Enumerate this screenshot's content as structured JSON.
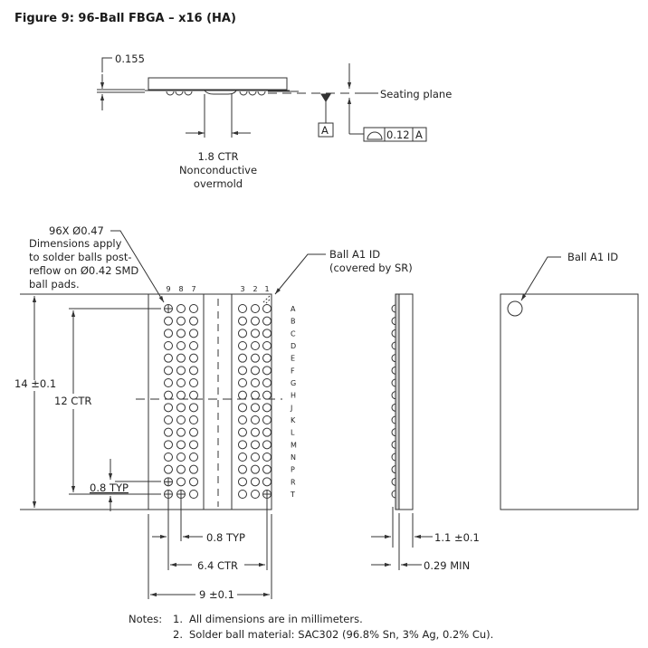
{
  "figure": {
    "title": "Figure 9: 96-Ball FBGA – x16 (HA)"
  },
  "side_view": {
    "dim_clearance": "0.155",
    "seating_plane": "Seating plane",
    "datum": "A",
    "tolerance_value": "0.12",
    "tolerance_datum": "A",
    "tolerance_symbol": "profile-of-surface-icon",
    "overmold_width": "1.8 CTR",
    "overmold_line1": "Nonconductive",
    "overmold_line2": "overmold"
  },
  "ball_note": {
    "count_dia": "96X Ø0.47",
    "line1": "Dimensions apply",
    "line2": "to solder balls post-",
    "line3": "reflow on Ø0.42 SMD",
    "line4": "ball pads."
  },
  "bottom_view": {
    "left_columns": [
      "9",
      "8",
      "7"
    ],
    "right_columns": [
      "3",
      "2",
      "1"
    ],
    "rows": [
      "A",
      "B",
      "C",
      "D",
      "E",
      "F",
      "G",
      "H",
      "J",
      "K",
      "L",
      "M",
      "N",
      "P",
      "R",
      "T"
    ],
    "ball_a1_label1": "Ball A1 ID",
    "ball_a1_label2": "(covered by SR)",
    "height": "14 ±0.1",
    "height_ctr": "12 CTR",
    "pitch_v": "0.8 TYP",
    "pitch_h": "0.8 TYP",
    "width_ctr": "6.4 CTR",
    "width": "9 ±0.1"
  },
  "profile_view": {
    "thickness": "1.1 ±0.1",
    "standoff": "0.29 MIN"
  },
  "top_view": {
    "ball_a1_label": "Ball A1 ID"
  },
  "notes": {
    "heading": "Notes:",
    "items": [
      {
        "num": "1.",
        "text": "All dimensions are in millimeters."
      },
      {
        "num": "2.",
        "text": "Solder ball material: SAC302 (96.8% Sn, 3% Ag, 0.2% Cu)."
      }
    ]
  },
  "colors": {
    "line": "#333333",
    "text": "#222222",
    "shade": "#cccccc"
  }
}
